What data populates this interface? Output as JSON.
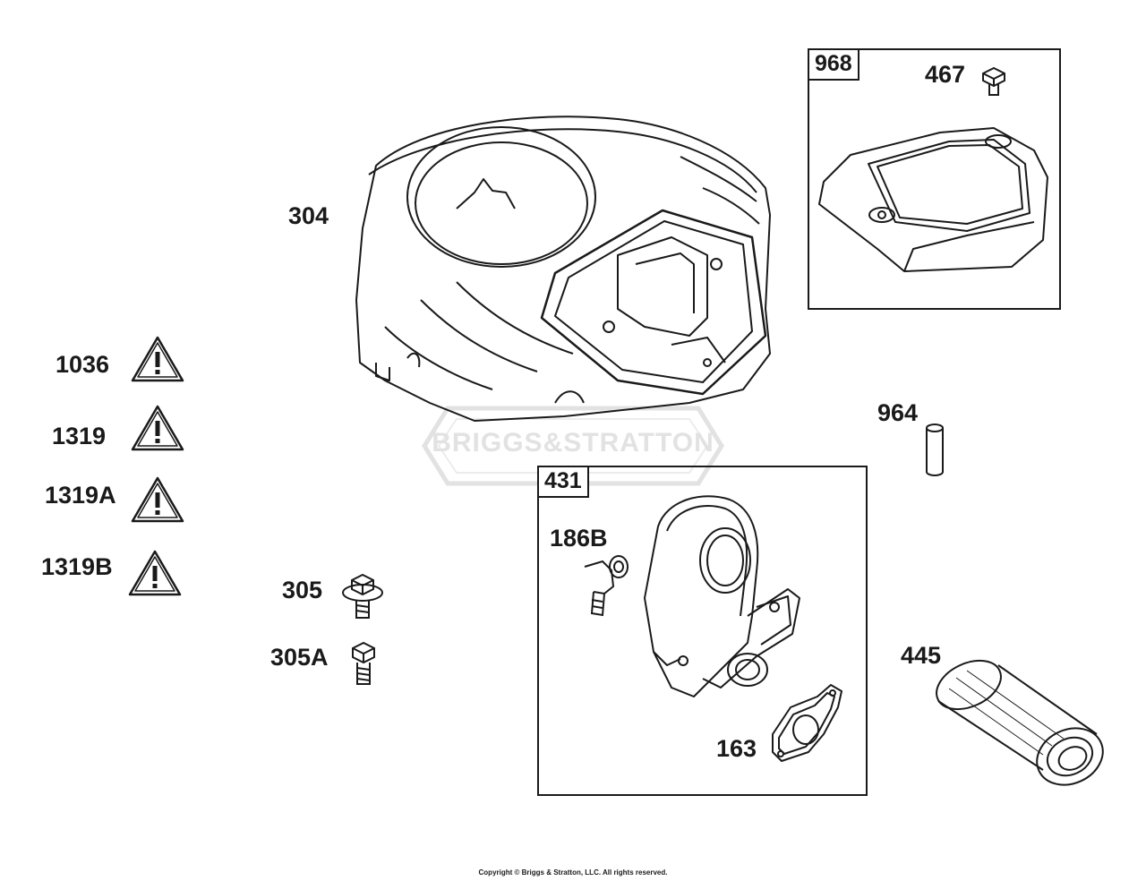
{
  "watermark": {
    "brand": "BRIGGS&STRATTON"
  },
  "warnings": [
    {
      "number": "1036"
    },
    {
      "number": "1319"
    },
    {
      "number": "1319A"
    },
    {
      "number": "1319B"
    }
  ],
  "parts": {
    "p304": "304",
    "p305": "305",
    "p305A": "305A",
    "p467": "467",
    "p964": "964",
    "p186B": "186B",
    "p163": "163",
    "p445": "445"
  },
  "kits": {
    "k968": "968",
    "k431": "431"
  },
  "footer": {
    "copyright": "Copyright © Briggs & Stratton, LLC. All rights reserved."
  },
  "colors": {
    "line": "#1a1a1a",
    "watermark": "#e2e2e2",
    "background": "#ffffff"
  }
}
